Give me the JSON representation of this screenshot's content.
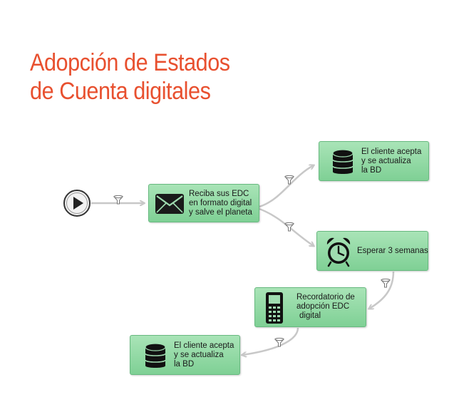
{
  "title": {
    "line1": "Adopción de Estados",
    "line2": "de Cuenta digitales"
  },
  "colors": {
    "title": "#e8502f",
    "node_fill": "#8fd9a3",
    "node_border": "#67b97f",
    "connector": "#c8c8c8"
  },
  "nodes": {
    "email": {
      "icon": "envelope-icon",
      "lines": [
        "Reciba sus EDC",
        "en formato digital",
        "y salve el planeta"
      ]
    },
    "accept1": {
      "icon": "database-icon",
      "lines": [
        "El cliente acepta",
        "y se actualiza",
        "la BD"
      ]
    },
    "wait": {
      "icon": "alarm-clock-icon",
      "lines": [
        "Esperar 3 semanas"
      ]
    },
    "reminder": {
      "icon": "mobile-phone-icon",
      "lines": [
        "Recordatorio de",
        "adopción EDC",
        "digital"
      ]
    },
    "accept2": {
      "icon": "database-icon",
      "lines": [
        "El cliente acepta",
        "y se actualiza",
        "la BD"
      ]
    }
  },
  "start": {
    "icon": "play-icon"
  },
  "filters": {
    "icon": "filter-funnel-icon"
  }
}
